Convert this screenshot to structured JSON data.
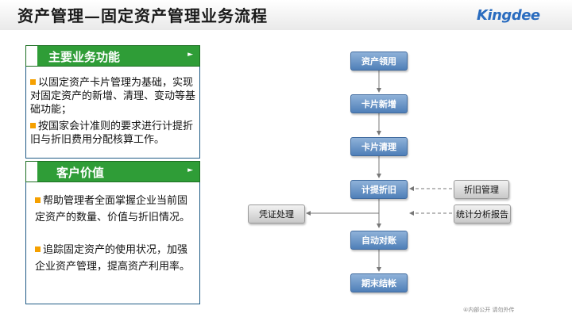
{
  "header": {
    "title": "资产管理—固定资产管理业务流程",
    "logo": "Kingdee"
  },
  "panel_functions": {
    "header": "主要业务功能",
    "bullets": [
      "以固定资产卡片管理为基础，实现对固定资产的新增、清理、变动等基础功能；",
      "按国家会计准则的要求进行计提折旧与折旧费用分配核算工作。"
    ]
  },
  "panel_value": {
    "header": "客户价值",
    "bullets": [
      "帮助管理者全面掌握企业当前固定资产的数量、价值与折旧情况。",
      "追踪固定资产的使用状况，加强企业资产管理，提高资产利用率。"
    ]
  },
  "flow": {
    "nodes": [
      "资产领用",
      "卡片新增",
      "卡片清理",
      "计提折旧",
      "自动对账",
      "期末结帐"
    ],
    "side_inputs": [
      "折旧管理",
      "统计分析报告"
    ],
    "output": "凭证处理"
  },
  "footer": "④内部公开 请勿外传",
  "colors": {
    "accent_green": "#2f9d37",
    "node_blue": "#4f7fb8",
    "bullet_orange": "#f5a000",
    "panel_border": "#1f5a85"
  }
}
